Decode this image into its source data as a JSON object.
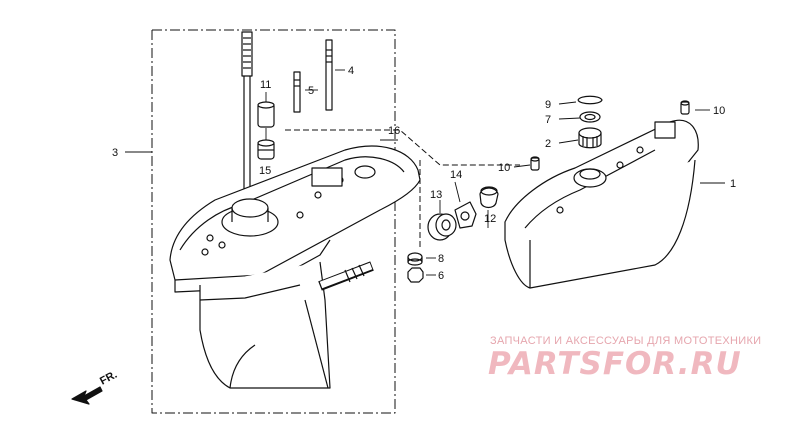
{
  "diagram": {
    "callouts": {
      "c1": "1",
      "c2": "2",
      "c3": "3",
      "c4": "4",
      "c5": "5",
      "c6": "6",
      "c7": "7",
      "c8": "8",
      "c9": "9",
      "c10a": "10",
      "c10b": "10",
      "c11": "11",
      "c12": "12",
      "c13": "13",
      "c14": "14",
      "c15": "15",
      "c16": "16"
    },
    "direction_label": "FR."
  },
  "watermark": {
    "tagline": "ЗАПЧАСТИ И АКСЕССУАРЫ ДЛЯ МОТОТЕХНИКИ",
    "logo": "PARTSFOR.RU",
    "color": "#f0b8bf"
  }
}
